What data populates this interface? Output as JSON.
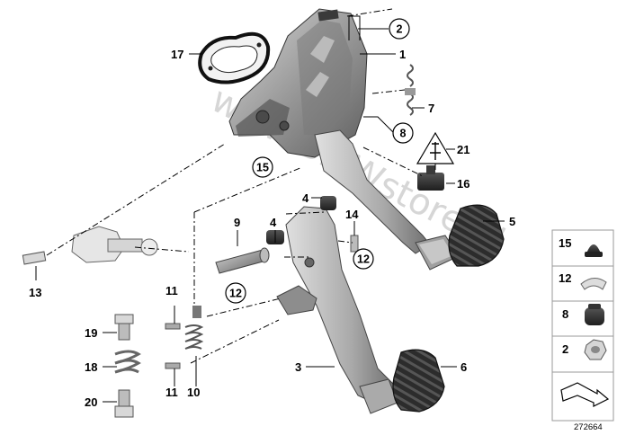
{
  "watermark": "www.BMWstore.pl",
  "catalog_number": "272664",
  "callouts": {
    "n1": "1",
    "n2": "2",
    "n3": "3",
    "n4": "4",
    "n5": "5",
    "n6": "6",
    "n7": "7",
    "n8": "8",
    "n9": "9",
    "n10": "10",
    "n11a": "11",
    "n11b": "11",
    "n12a": "12",
    "n12b": "12",
    "n13": "13",
    "n14": "14",
    "n15": "15",
    "n16": "16",
    "n17": "17",
    "n18": "18",
    "n19": "19",
    "n20": "20",
    "n21": "21"
  },
  "legend": [
    {
      "label": "15",
      "part": "grommet"
    },
    {
      "label": "12",
      "part": "clip"
    },
    {
      "label": "8",
      "part": "rubber-buffer"
    },
    {
      "label": "2",
      "part": "hex-nut"
    }
  ],
  "icons": {
    "warning": "warning-triangle-icon",
    "direction": "direction-arrow-icon"
  }
}
